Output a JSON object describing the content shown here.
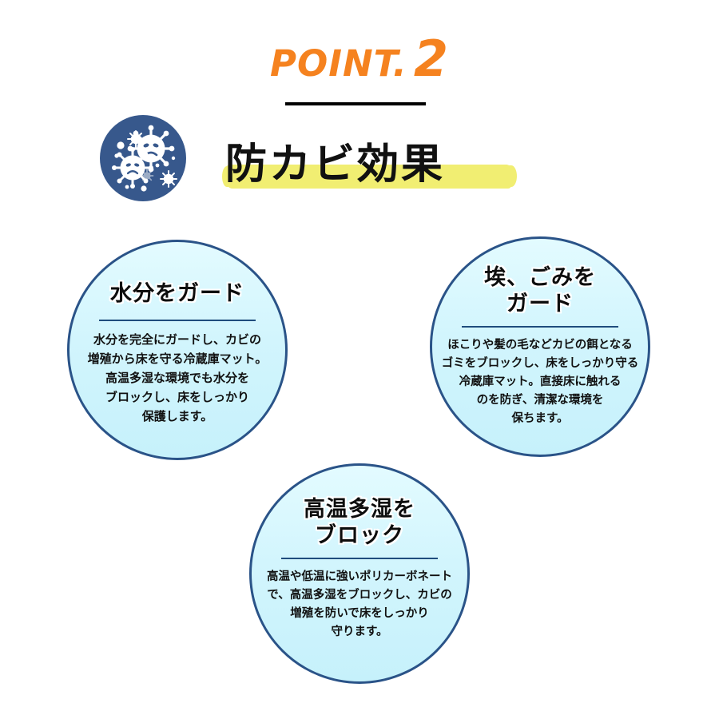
{
  "header": {
    "point_label": "POINT.",
    "point_number": "2",
    "accent_color": "#f5821f",
    "rule_color": "#000000"
  },
  "badge": {
    "icon_name": "germ-icon",
    "background_color": "#37588c",
    "germ_color": "#ffffff"
  },
  "title": {
    "text": "防カビ効果",
    "marker_color": "#f1ee72",
    "text_color": "#111111"
  },
  "circles": [
    {
      "id": "moisture-guard",
      "title": "水分をガード",
      "body": "水分を完全にガードし、カビの\n増殖から床を守る冷蔵庫マット。\n高温多湿な環境でも水分を\nブロックし、床をしっかり\n保護します。",
      "border_color": "#2a5388",
      "fill_top": "#e3fbff",
      "fill_bottom": "#c6f1fb"
    },
    {
      "id": "dust-guard",
      "title": "埃、ごみを\nガード",
      "body": "ほこりや髪の毛などカビの餌となる\nゴミをブロックし、床をしっかり守る\n冷蔵庫マット。直接床に触れる\nのを防ぎ、清潔な環境を\n保ちます。",
      "border_color": "#2a5388",
      "fill_top": "#e3fbff",
      "fill_bottom": "#c6f1fb"
    },
    {
      "id": "heat-humidity-block",
      "title": "高温多湿を\nブロック",
      "body": "高温や低温に強いポリカーボネート\nで、高温多湿をブロックし、カビの\n増殖を防いで床をしっかり\n守ります。",
      "border_color": "#2a5388",
      "fill_top": "#e3fbff",
      "fill_bottom": "#c6f1fb"
    }
  ]
}
